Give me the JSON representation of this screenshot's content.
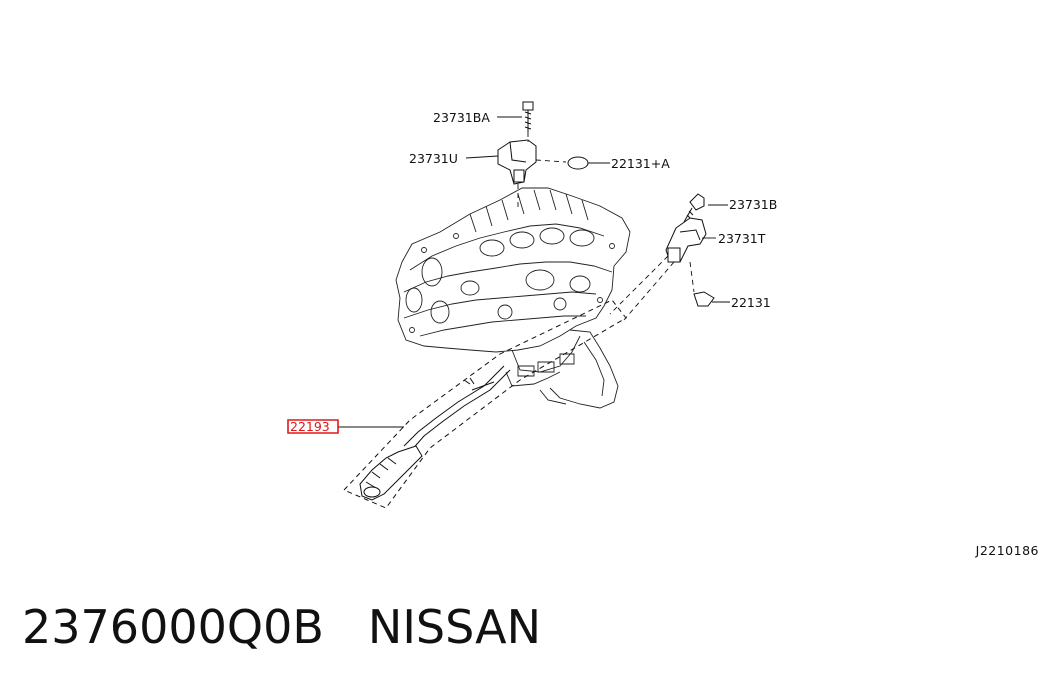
{
  "diagram": {
    "callouts": [
      {
        "id": "23731BA",
        "text": "23731BA"
      },
      {
        "id": "23731U",
        "text": "23731U"
      },
      {
        "id": "22131A",
        "text": "22131+A"
      },
      {
        "id": "23731B",
        "text": "23731B"
      },
      {
        "id": "23731T",
        "text": "23731T"
      },
      {
        "id": "22131",
        "text": "22131"
      },
      {
        "id": "22193",
        "text": "22193",
        "highlighted": true
      }
    ],
    "highlight_color": "#e01818",
    "drawing_code": "J2210186"
  },
  "caption": {
    "part_number": "2376000Q0B",
    "brand": "NISSAN"
  }
}
